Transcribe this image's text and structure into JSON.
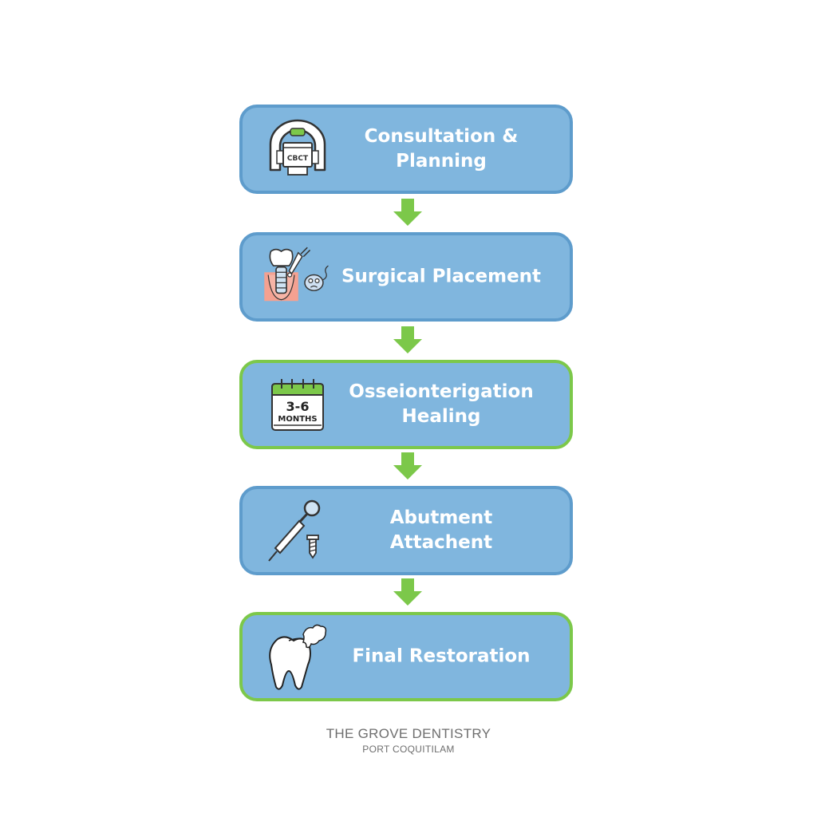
{
  "diagram": {
    "type": "vertical-flowchart",
    "colors": {
      "box_fill": "#80b6de",
      "box_border_blue": "#5e9ccc",
      "box_border_green": "#7cc84a",
      "arrow": "#7cc84a",
      "label_text": "#ffffff",
      "footer_text": "#6e6e6e"
    },
    "steps": [
      {
        "label": "Consultation &\nPlanning",
        "icon": "cbct-scanner-icon",
        "icon_text": "CBCT",
        "border": "blue"
      },
      {
        "label": "Surgical Placement",
        "icon": "implant-surgery-icon",
        "border": "blue"
      },
      {
        "label": "Osseionterigation\nHealing",
        "icon": "calendar-icon",
        "icon_text_top": "3-6",
        "icon_text_bottom": "MONTHS",
        "border": "green"
      },
      {
        "label": "Abutment Attachent",
        "icon": "dental-tool-screw-icon",
        "border": "blue"
      },
      {
        "label": "Final Restoration",
        "icon": "tooth-icon",
        "border": "green"
      }
    ],
    "connectors": [
      {
        "from": 0,
        "to": 1,
        "icon": "arrow-down-icon"
      },
      {
        "from": 1,
        "to": 2,
        "icon": "arrow-down-icon"
      },
      {
        "from": 2,
        "to": 3,
        "icon": "arrow-down-icon"
      },
      {
        "from": 3,
        "to": 4,
        "icon": "arrow-down-icon"
      }
    ]
  },
  "footer": {
    "name": "THE GROVE DENTISTRY",
    "location": "PORT COQUITILAM"
  }
}
